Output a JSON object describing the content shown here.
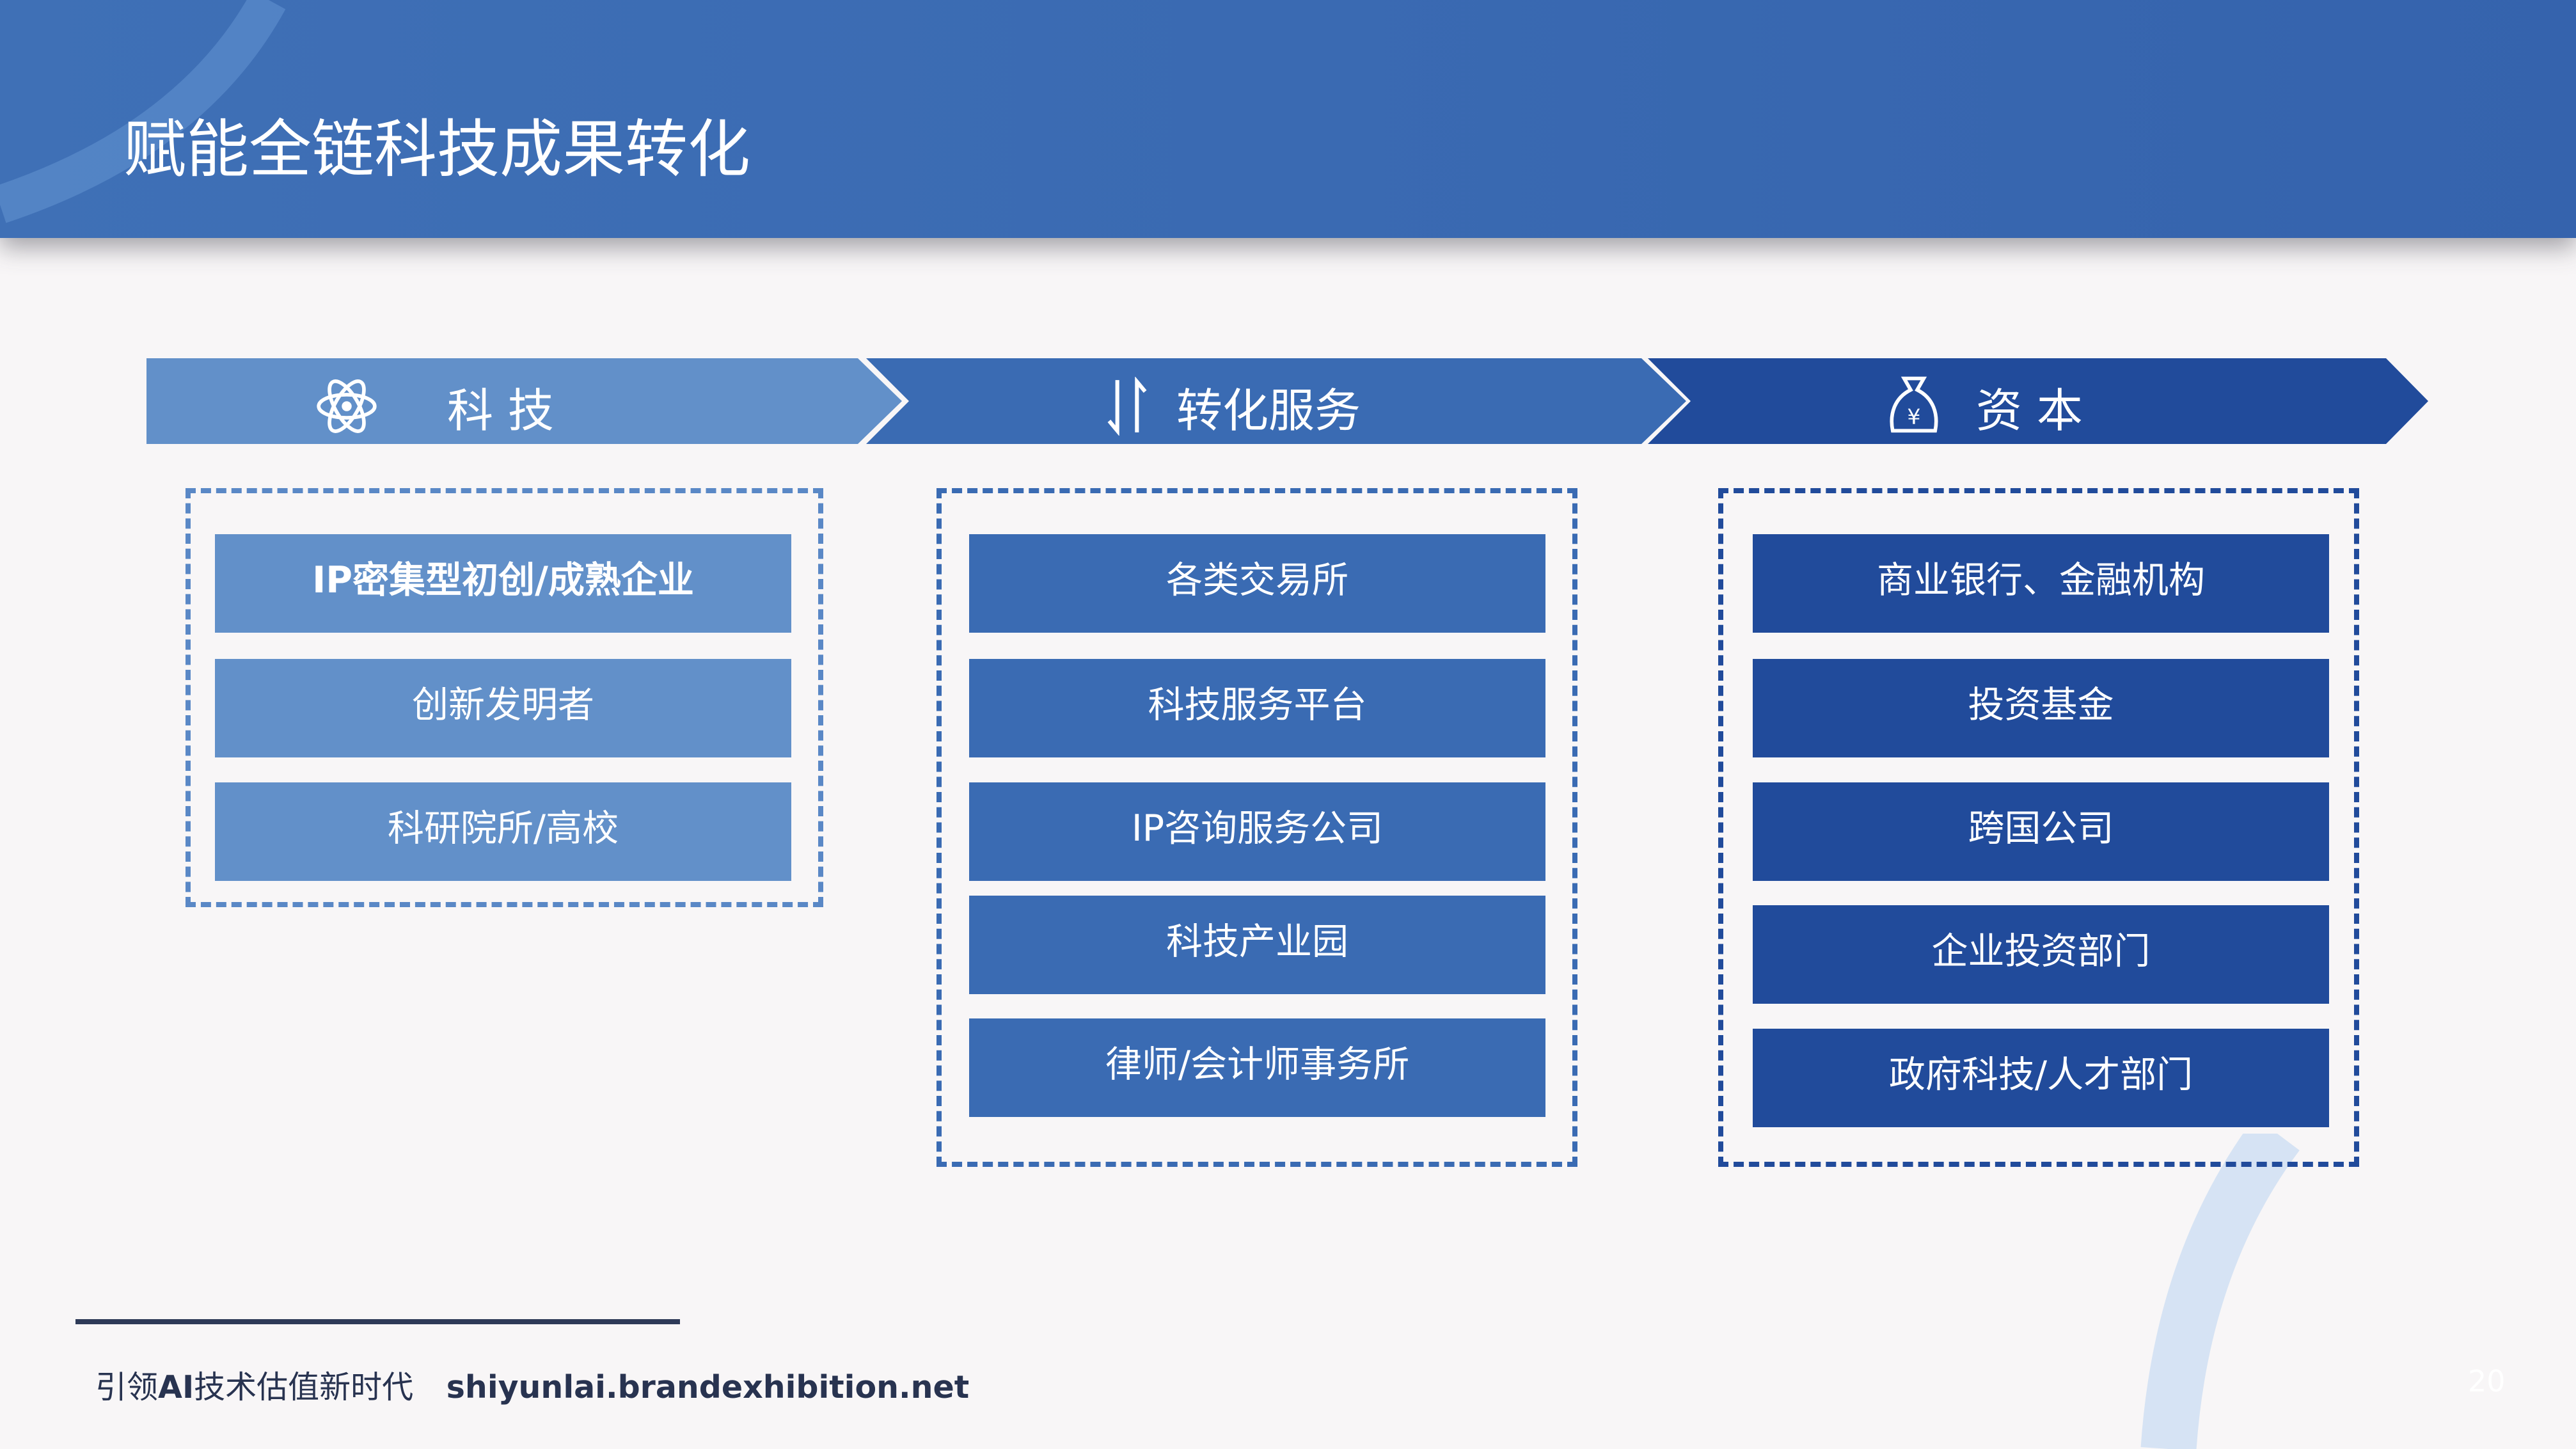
{
  "title": "赋能全链科技成果转化",
  "stages": [
    {
      "label": "科  技",
      "icon": "atom-icon",
      "color": "#6290c9"
    },
    {
      "label": "转化服务",
      "icon": "exchange-arrows-icon",
      "color": "#3a6bb3"
    },
    {
      "label": "资  本",
      "icon": "money-bag-icon",
      "color": "#214b9b"
    }
  ],
  "columns": {
    "tech": [
      "IP密集型初创/成熟企业",
      "创新发明者",
      "科研院所/高校"
    ],
    "service": [
      "各类交易所",
      "科技服务平台",
      "IP咨询服务公司",
      "科技产业园",
      "律师/会计师事务所"
    ],
    "capital": [
      "商业银行、金融机构",
      "投资基金",
      "跨国公司",
      "企业投资部门",
      "政府科技/人才部门"
    ]
  },
  "footer": {
    "slogan_prefix": "引领",
    "slogan_ai": "AI",
    "slogan_suffix": "技术估值新时代",
    "url": "shiyunlai.brandexhibition.net"
  },
  "page_number": "20"
}
